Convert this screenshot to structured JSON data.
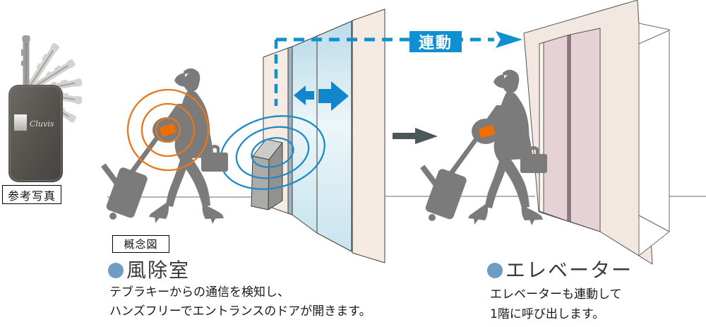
{
  "reference_photo": {
    "caption": "参考写真",
    "device_brand": "Cluvis"
  },
  "diagram": {
    "caption": "概念図",
    "interlock_label": "連動"
  },
  "vestibule_section": {
    "heading": "風除室",
    "line1": "テブラキーからの通信を検知し、",
    "line2": "ハンズフリーでエントランスのドアが開きます。"
  },
  "elevator_section": {
    "heading": "エレベーター",
    "line1": "エレベーターも連動して",
    "line2": "1階に呼び出します。"
  },
  "colors": {
    "accent_blue": "#0e90d2",
    "wave_blue": "#1e8bc9",
    "signal_orange": "#e8761b",
    "fob_orange": "#f06e00",
    "silhouette_gray": "#7b7b7b",
    "bullet_blue": "#6f9cc4",
    "wall_beige": "#f6ebe3",
    "elevator_pink": "#e6d1d7",
    "transition_arrow_gray": "#4d575a"
  }
}
